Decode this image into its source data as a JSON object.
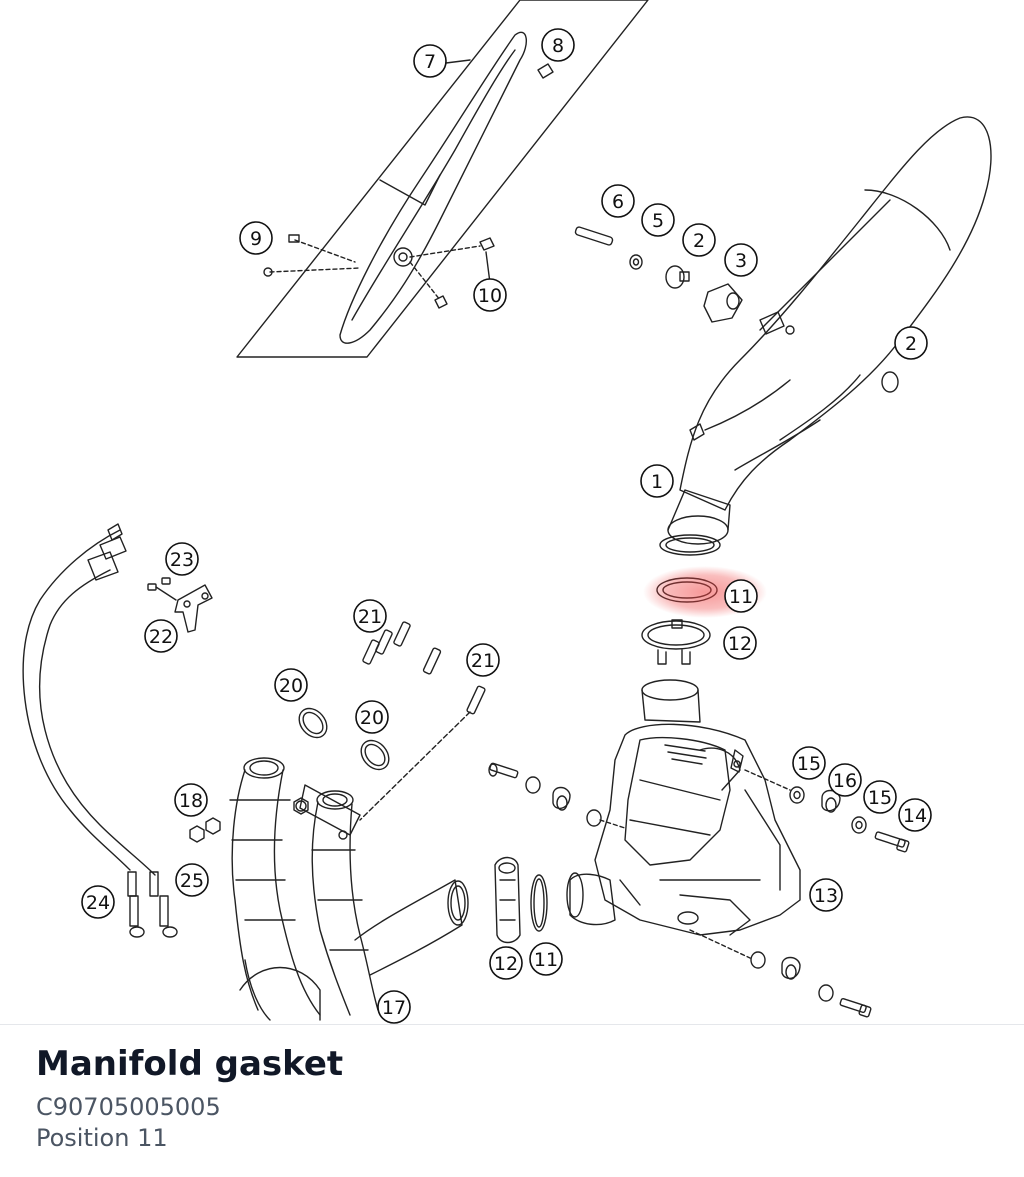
{
  "part": {
    "name": "Manifold gasket",
    "number": "C90705005005",
    "position": "Position 11"
  },
  "callouts": [
    "7",
    "8",
    "9",
    "10",
    "6",
    "5",
    "2",
    "3",
    "2",
    "1",
    "11",
    "12",
    "23",
    "22",
    "21",
    "21",
    "20",
    "20",
    "18",
    "15",
    "16",
    "15",
    "14",
    "13",
    "24",
    "25",
    "12",
    "11",
    "17"
  ],
  "highlight_color": "#ef4444"
}
